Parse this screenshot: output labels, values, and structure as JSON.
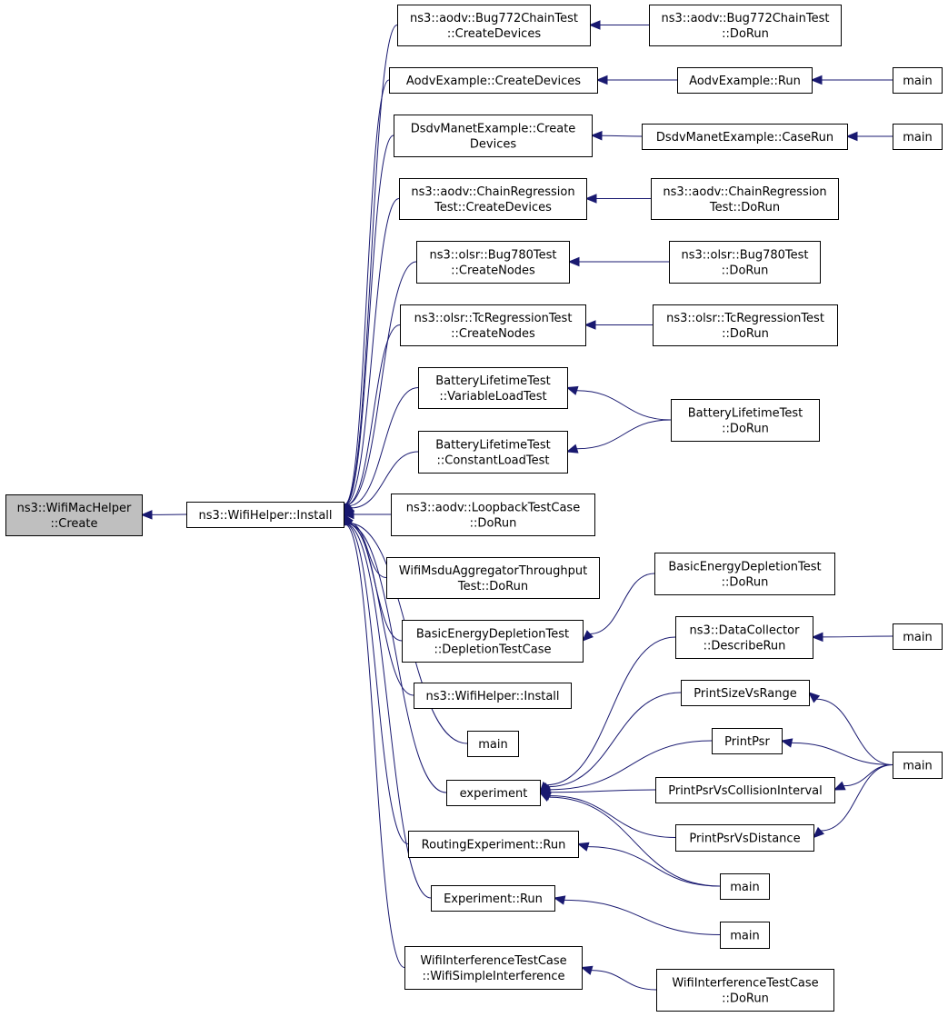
{
  "diagram": {
    "nodes": {
      "root": [
        "ns3::WifiMacHelper",
        "::Create"
      ],
      "install": [
        "ns3::WifiHelper::Install"
      ],
      "bug772cd": [
        "ns3::aodv::Bug772ChainTest",
        "::CreateDevices"
      ],
      "bug772run": [
        "ns3::aodv::Bug772ChainTest",
        "::DoRun"
      ],
      "aodvcd": [
        "AodvExample::CreateDevices"
      ],
      "aodvrun": [
        "AodvExample::Run"
      ],
      "main1": [
        "main"
      ],
      "dsdvcd": [
        "DsdvManetExample::Create",
        "Devices"
      ],
      "dsdvrun": [
        "DsdvManetExample::CaseRun"
      ],
      "main2": [
        "main"
      ],
      "chaincd": [
        "ns3::aodv::ChainRegression",
        "Test::CreateDevices"
      ],
      "chainrun": [
        "ns3::aodv::ChainRegression",
        "Test::DoRun"
      ],
      "bug780cn": [
        "ns3::olsr::Bug780Test",
        "::CreateNodes"
      ],
      "bug780run": [
        "ns3::olsr::Bug780Test",
        "::DoRun"
      ],
      "tccn": [
        "ns3::olsr::TcRegressionTest",
        "::CreateNodes"
      ],
      "tcrun": [
        "ns3::olsr::TcRegressionTest",
        "::DoRun"
      ],
      "batvar": [
        "BatteryLifetimeTest",
        "::VariableLoadTest"
      ],
      "batrun": [
        "BatteryLifetimeTest",
        "::DoRun"
      ],
      "batconst": [
        "BatteryLifetimeTest",
        "::ConstantLoadTest"
      ],
      "loopback": [
        "ns3::aodv::LoopbackTestCase",
        "::DoRun"
      ],
      "msdu": [
        "WifiMsduAggregatorThroughput",
        "Test::DoRun"
      ],
      "energyrun": [
        "BasicEnergyDepletionTest",
        "::DoRun"
      ],
      "energycase": [
        "BasicEnergyDepletionTest",
        "::DepletionTestCase"
      ],
      "datacoll": [
        "ns3::DataCollector",
        "::DescribeRun"
      ],
      "main3": [
        "main"
      ],
      "install2": [
        "ns3::WifiHelper::Install"
      ],
      "psize": [
        "PrintSizeVsRange"
      ],
      "mainplain": [
        "main"
      ],
      "ppsr": [
        "PrintPsr"
      ],
      "main4": [
        "main"
      ],
      "experiment": [
        "experiment"
      ],
      "ppsrci": [
        "PrintPsrVsCollisionInterval"
      ],
      "ppsrdist": [
        "PrintPsrVsDistance"
      ],
      "routrun": [
        "RoutingExperiment::Run"
      ],
      "main5": [
        "main"
      ],
      "exprun": [
        "Experiment::Run"
      ],
      "main6": [
        "main"
      ],
      "interf": [
        "WifiInterferenceTestCase",
        "::WifiSimpleInterference"
      ],
      "interfrun": [
        "WifiInterferenceTestCase",
        "::DoRun"
      ]
    },
    "edges": [
      [
        "install",
        "root"
      ],
      [
        "bug772cd",
        "install"
      ],
      [
        "bug772run",
        "bug772cd"
      ],
      [
        "aodvcd",
        "install"
      ],
      [
        "aodvrun",
        "aodvcd"
      ],
      [
        "main1",
        "aodvrun"
      ],
      [
        "dsdvcd",
        "install"
      ],
      [
        "dsdvrun",
        "dsdvcd"
      ],
      [
        "main2",
        "dsdvrun"
      ],
      [
        "chaincd",
        "install"
      ],
      [
        "chainrun",
        "chaincd"
      ],
      [
        "bug780cn",
        "install"
      ],
      [
        "bug780run",
        "bug780cn"
      ],
      [
        "tccn",
        "install"
      ],
      [
        "tcrun",
        "tccn"
      ],
      [
        "batvar",
        "install"
      ],
      [
        "batrun",
        "batvar"
      ],
      [
        "batconst",
        "install"
      ],
      [
        "batrun",
        "batconst"
      ],
      [
        "loopback",
        "install"
      ],
      [
        "msdu",
        "install"
      ],
      [
        "energycase",
        "install"
      ],
      [
        "energyrun",
        "energycase"
      ],
      [
        "install2",
        "install"
      ],
      [
        "mainplain",
        "install"
      ],
      [
        "experiment",
        "install"
      ],
      [
        "datacoll",
        "experiment"
      ],
      [
        "main3",
        "datacoll"
      ],
      [
        "psize",
        "experiment"
      ],
      [
        "main4",
        "psize"
      ],
      [
        "ppsr",
        "experiment"
      ],
      [
        "main4",
        "ppsr"
      ],
      [
        "ppsrci",
        "experiment"
      ],
      [
        "main4",
        "ppsrci"
      ],
      [
        "ppsrdist",
        "experiment"
      ],
      [
        "main4",
        "ppsrdist"
      ],
      [
        "main5",
        "experiment"
      ],
      [
        "routrun",
        "install"
      ],
      [
        "main5",
        "routrun"
      ],
      [
        "exprun",
        "install"
      ],
      [
        "main6",
        "exprun"
      ],
      [
        "interf",
        "install"
      ],
      [
        "interfrun",
        "interf"
      ]
    ]
  },
  "colors": {
    "edge": "#191970",
    "root_fill": "#bfbfbf",
    "node_fill": "#ffffff"
  }
}
